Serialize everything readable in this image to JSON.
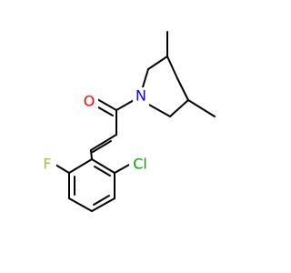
{
  "molecule": {
    "colors": {
      "bond": "#000000",
      "O": "#ff0000",
      "N": "#0000ff",
      "F": "#9acd32",
      "Cl": "#00a000",
      "background": "#ffffff"
    },
    "atom_labels": {
      "O": "O",
      "N": "N",
      "F": "F",
      "Cl": "Cl"
    }
  }
}
